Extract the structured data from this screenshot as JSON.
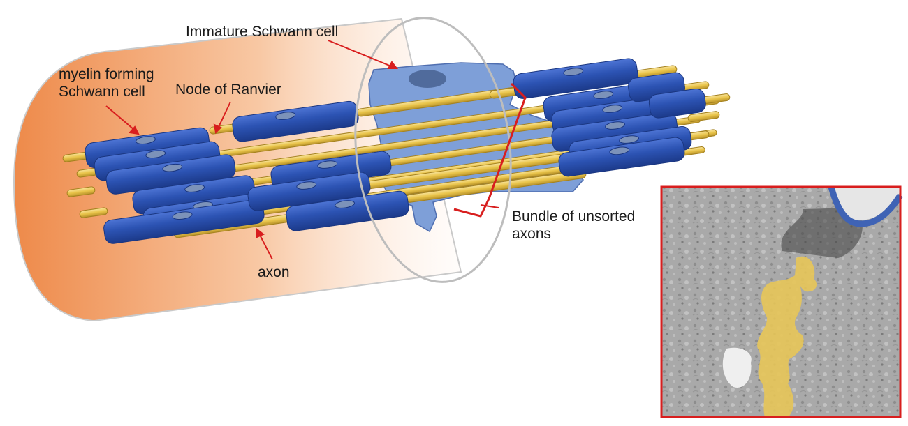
{
  "labels": {
    "immature_schwann_cell": "Immature Schwann cell",
    "myelin_forming_schwann_cell": "myelin forming\nSchwann cell",
    "node_of_ranvier": "Node of Ranvier",
    "bundle_of_unsorted_axons": "Bundle of unsorted\naxons",
    "axon": "axon"
  },
  "colors": {
    "myelin": "#2c53b3",
    "axon": "#e9c44a",
    "immature_cell": "#7e9fd8",
    "nerve_sheath": "#f08a4b",
    "pointer": "#d81e1e",
    "inset_border": "#d81e1e"
  }
}
